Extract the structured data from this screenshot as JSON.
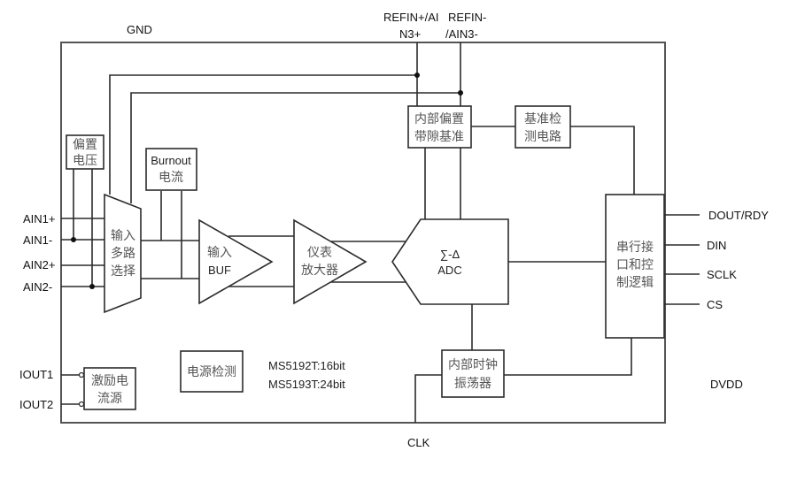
{
  "diagram": {
    "title": "MS5192T/MS5193T block diagram",
    "pins": {
      "gnd": "GND",
      "refin_plus_line1": "REFIN+/AI",
      "refin_plus_line2": "N3+",
      "refin_minus_line1": "REFIN-",
      "refin_minus_line2": "/AIN3-",
      "ain1_plus": "AIN1+",
      "ain1_minus": "AIN1-",
      "ain2_plus": "AIN2+",
      "ain2_minus": "AIN2-",
      "iout1": "IOUT1",
      "iout2": "IOUT2",
      "dout_rdy": "DOUT/RDY",
      "din": "DIN",
      "sclk": "SCLK",
      "cs": "CS",
      "dvdd": "DVDD",
      "clk": "CLK"
    },
    "blocks": {
      "bias_voltage": [
        "偏置",
        "电压"
      ],
      "burnout_current": [
        "Burnout",
        "电流"
      ],
      "input_mux": [
        "输入",
        "多路",
        "选择"
      ],
      "input_buf": [
        "输入",
        "BUF"
      ],
      "inamp": [
        "仪表",
        "放大器"
      ],
      "adc": [
        "∑-Δ",
        "ADC"
      ],
      "internal_ref": [
        "内部偏置",
        "带隙基准"
      ],
      "ref_detect": [
        "基准检",
        "测电路"
      ],
      "serial_logic": [
        "串行接",
        "口和控",
        "制逻辑"
      ],
      "clock_osc": [
        "内部时钟",
        "振荡器"
      ],
      "power_monitor": "电源检测",
      "excitation_current": [
        "激励电",
        "流源"
      ]
    },
    "notes": {
      "variant_16bit": "MS5192T:16bit",
      "variant_24bit": "MS5193T:24bit"
    }
  }
}
